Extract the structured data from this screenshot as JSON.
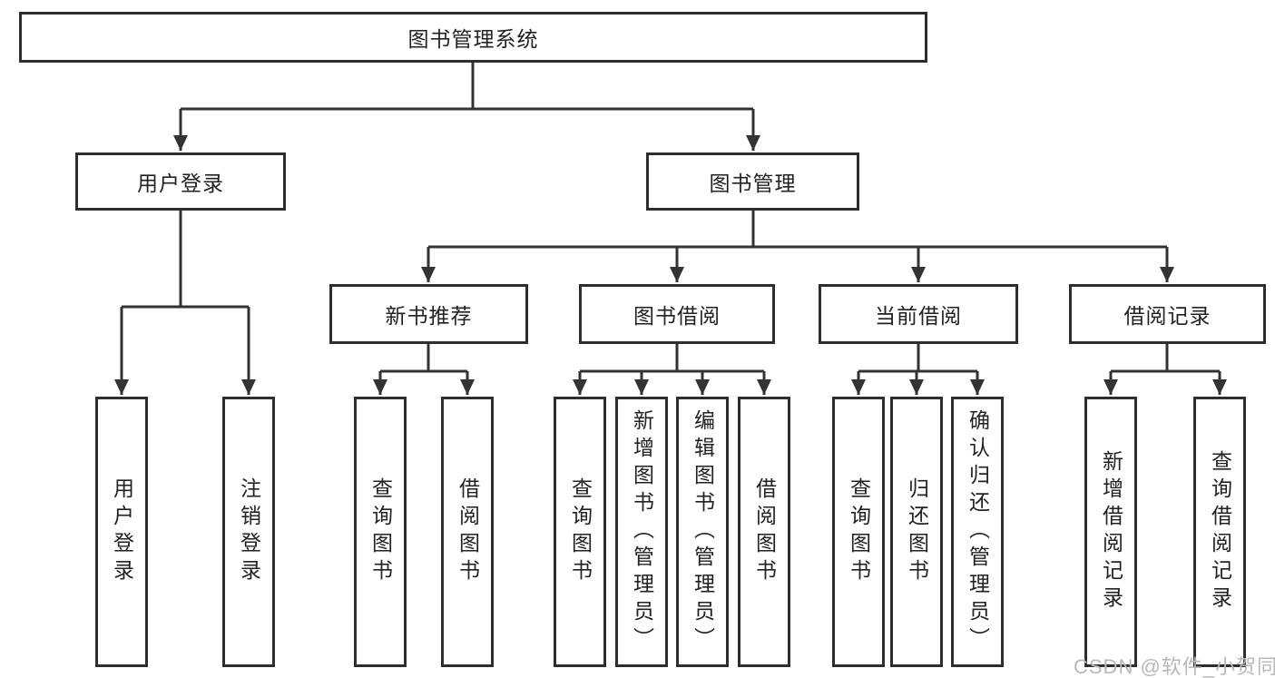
{
  "diagram": {
    "type": "hierarchy-tree",
    "root": {
      "label": "图书管理系统"
    },
    "branches": [
      {
        "label": "用户登录",
        "children": [
          {
            "label": "用户登录"
          },
          {
            "label": "注销登录"
          }
        ]
      },
      {
        "label": "图书管理",
        "children": [
          {
            "label": "新书推荐",
            "children": [
              {
                "label": "查询图书"
              },
              {
                "label": "借阅图书"
              }
            ]
          },
          {
            "label": "图书借阅",
            "children": [
              {
                "label": "查询图书"
              },
              {
                "label": "新增图书（管理员）"
              },
              {
                "label": "编辑图书（管理员）"
              },
              {
                "label": "借阅图书"
              }
            ]
          },
          {
            "label": "当前借阅",
            "children": [
              {
                "label": "查询图书"
              },
              {
                "label": "归还图书"
              },
              {
                "label": "确认归还（管理员）"
              }
            ]
          },
          {
            "label": "借阅记录",
            "children": [
              {
                "label": "新增借阅记录"
              },
              {
                "label": "查询借阅记录"
              }
            ]
          }
        ]
      }
    ]
  },
  "watermark": {
    "text": "CSDN @软件_小贺同学"
  },
  "colors": {
    "line": "#333333",
    "border": "#2e2e2e",
    "text": "#222222",
    "background": "#ffffff",
    "watermark": "#b8b8b8"
  }
}
